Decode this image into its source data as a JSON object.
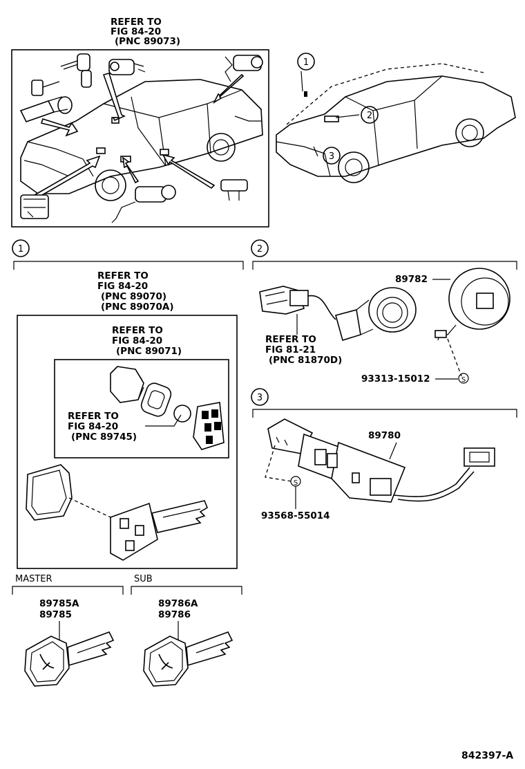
{
  "top_ref": {
    "line1": "REFER TO",
    "line2": "FIG 84-20",
    "line3": "(PNC 89073)"
  },
  "callout_numbers": {
    "one": "1",
    "two": "2",
    "three": "3"
  },
  "section1": {
    "number": "1",
    "ref_outer": {
      "line1": "REFER TO",
      "line2": "FIG 84-20",
      "line3": "(PNC 89070)",
      "line4": "(PNC 89070A)"
    },
    "ref_mid": {
      "line1": "REFER TO",
      "line2": "FIG 84-20",
      "line3": "(PNC 89071)"
    },
    "ref_inner": {
      "line1": "REFER TO",
      "line2": "FIG 84-20",
      "line3": "(PNC 89745)"
    }
  },
  "section2": {
    "number": "2",
    "part_ring": "89782",
    "ref": {
      "line1": "REFER TO",
      "line2": "FIG 81-21",
      "line3": "(PNC 81870D)"
    },
    "part_screw": "93313-15012",
    "screw_symbol": "S"
  },
  "section3": {
    "number": "3",
    "part_module": "89780",
    "part_screw": "93568-55014",
    "screw_symbol": "S"
  },
  "master": {
    "heading": "MASTER",
    "part_a": "89785A",
    "part_b": "89785"
  },
  "sub": {
    "heading": "SUB",
    "part_a": "89786A",
    "part_b": "89786"
  },
  "figure_id": "842397-A"
}
